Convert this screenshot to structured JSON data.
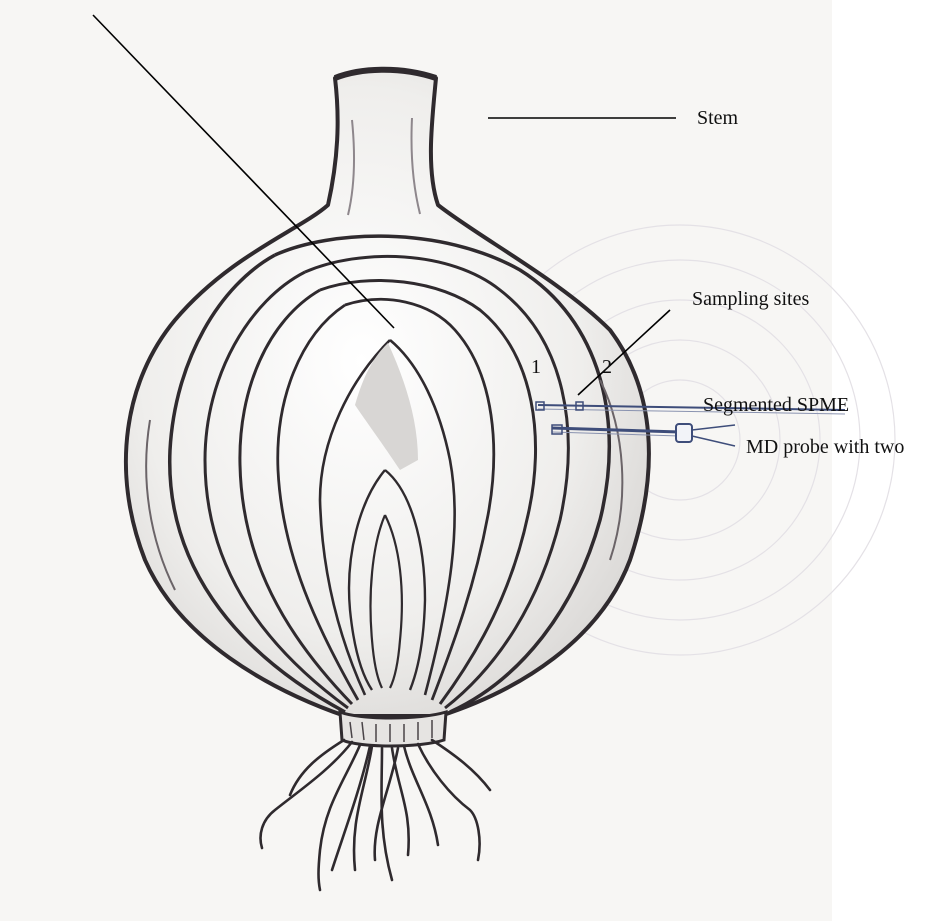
{
  "labels": {
    "stem": "Stem",
    "sampling_sites": "Sampling sites",
    "site_1": "1",
    "site_2": "2",
    "segmented_spme": "Segmented SPME",
    "md_probe": "MD probe with two"
  },
  "colors": {
    "ink": "#2f2a2e",
    "pencil": "#6b6468",
    "paper": "#f7f6f4",
    "probe": "#3e4d7a"
  },
  "icons": [
    "onion-bulb",
    "roots",
    "spme-fiber",
    "md-probe"
  ]
}
